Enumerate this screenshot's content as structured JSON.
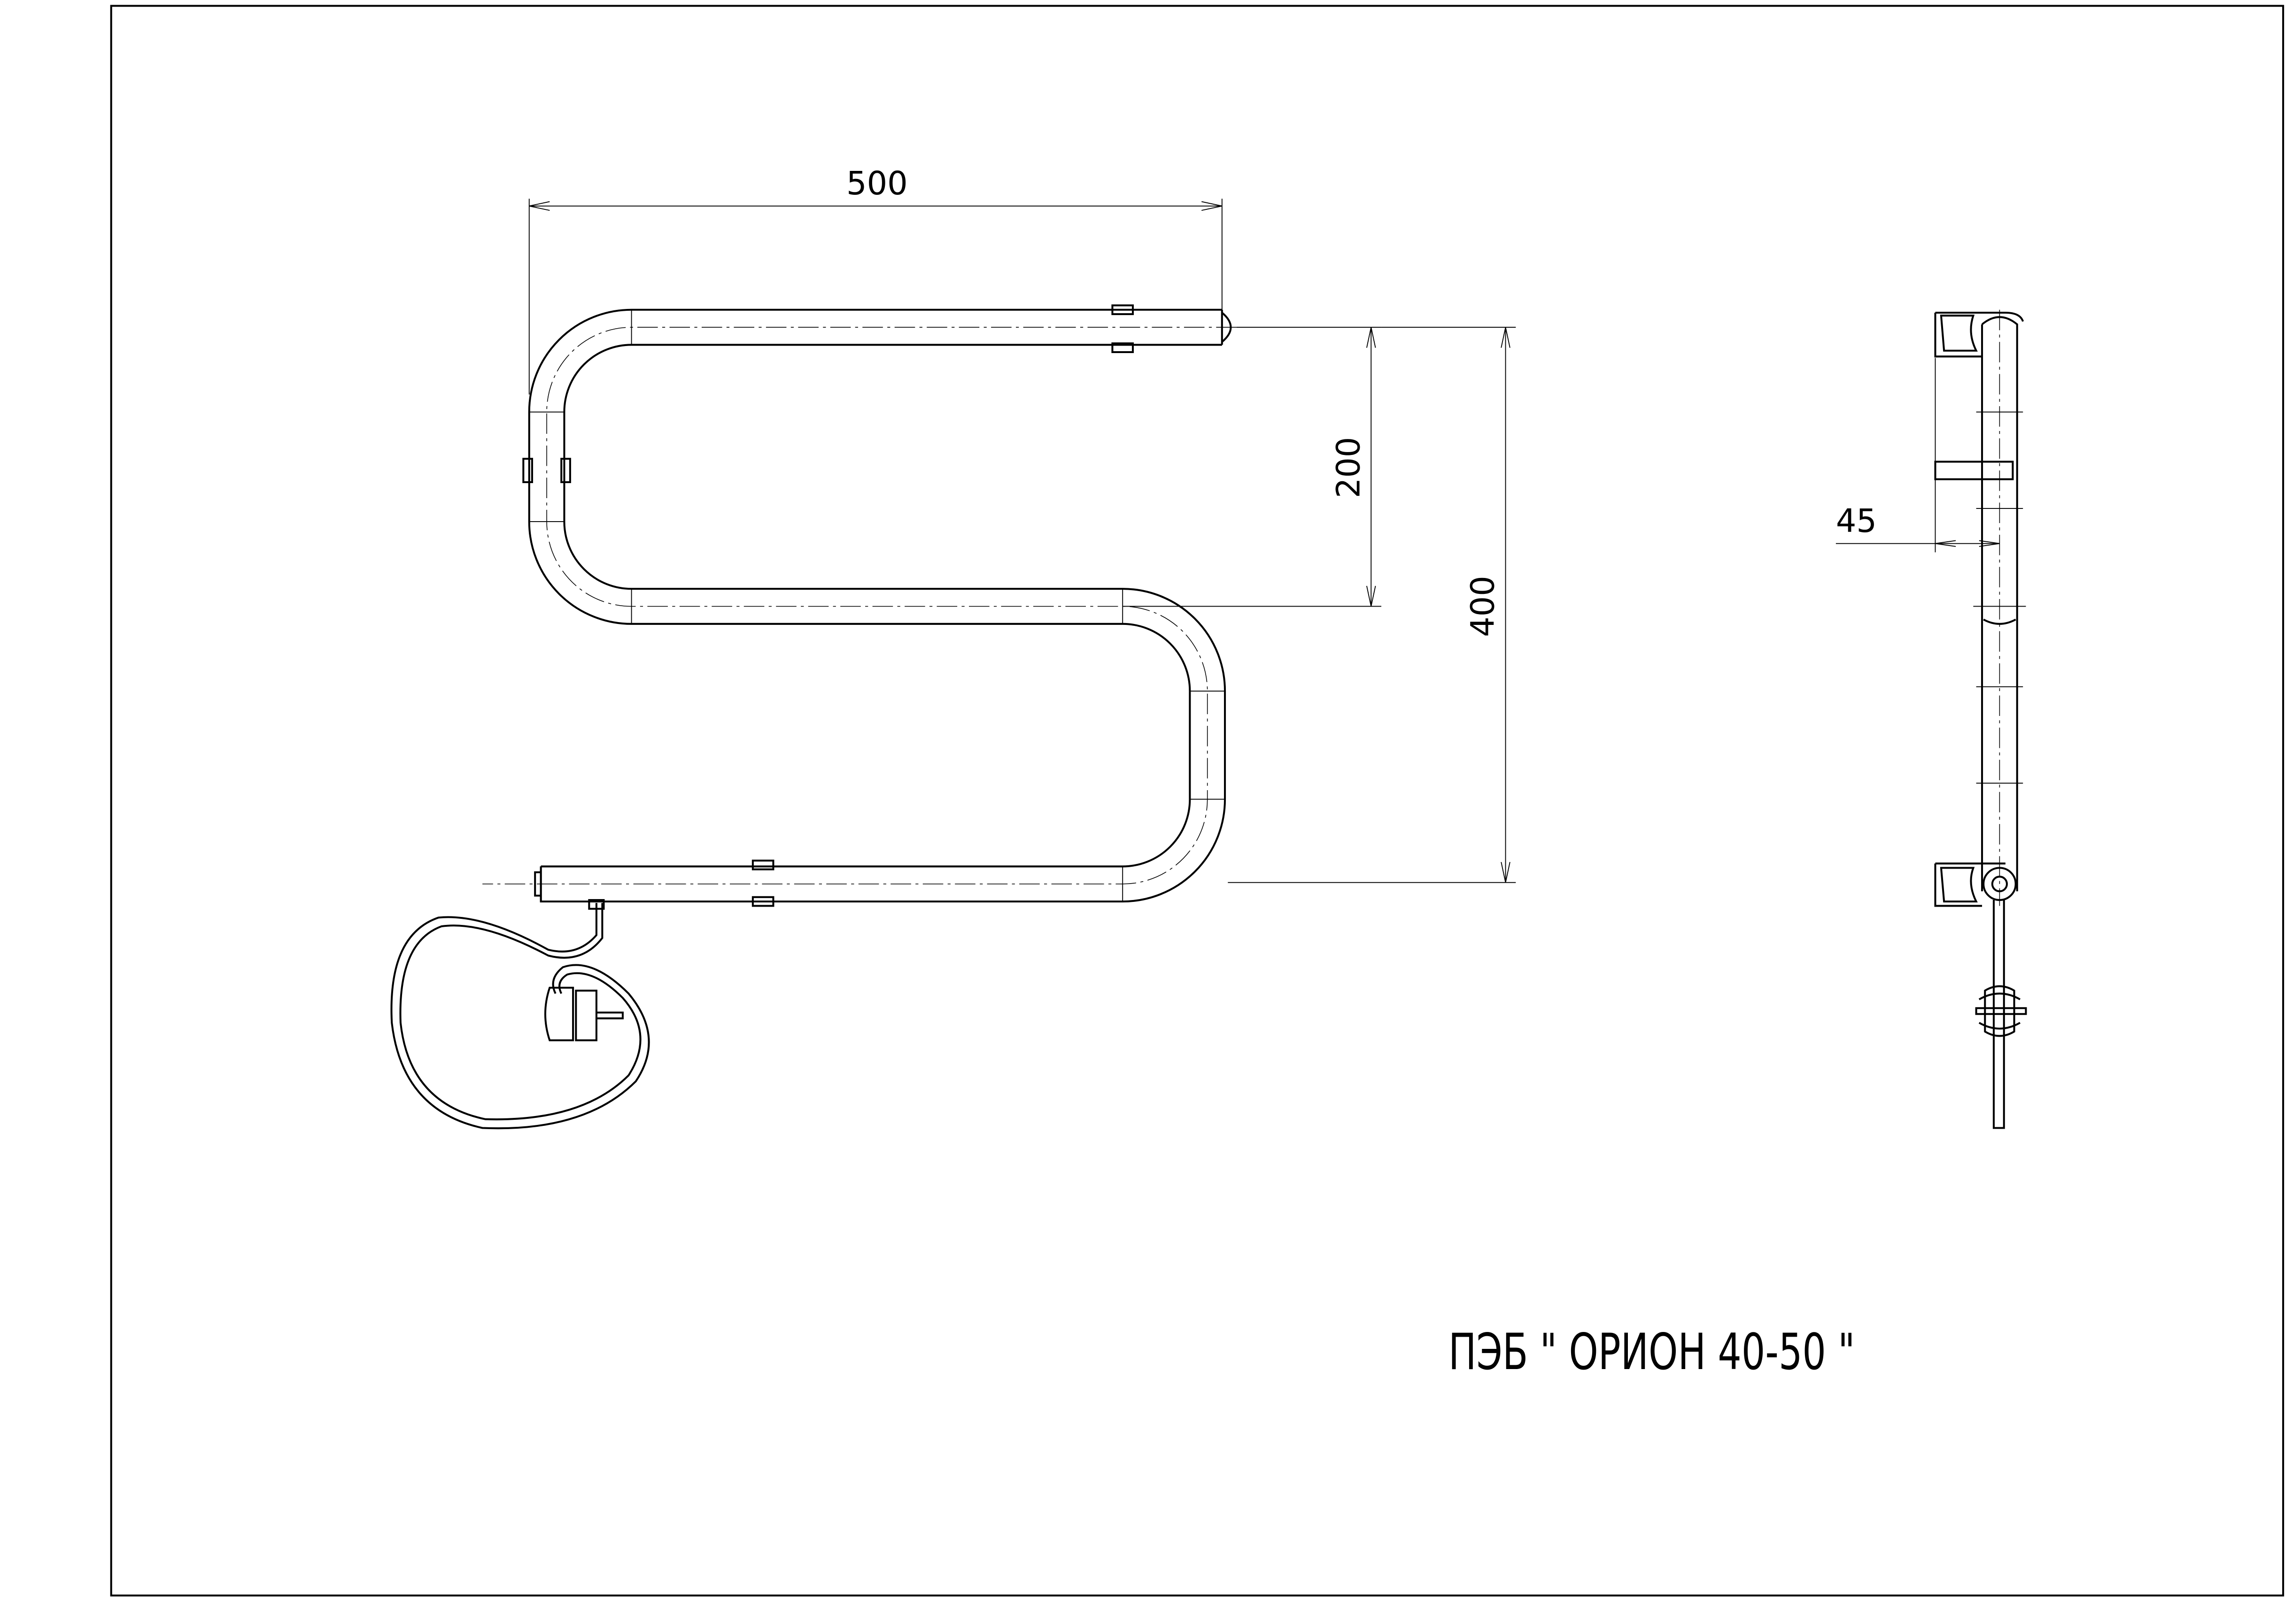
{
  "drawing": {
    "title": "ПЭБ \" ОРИОН 40-50 \"",
    "dimensions": {
      "width": "500",
      "step": "200",
      "height": "400",
      "depth": "45"
    }
  }
}
